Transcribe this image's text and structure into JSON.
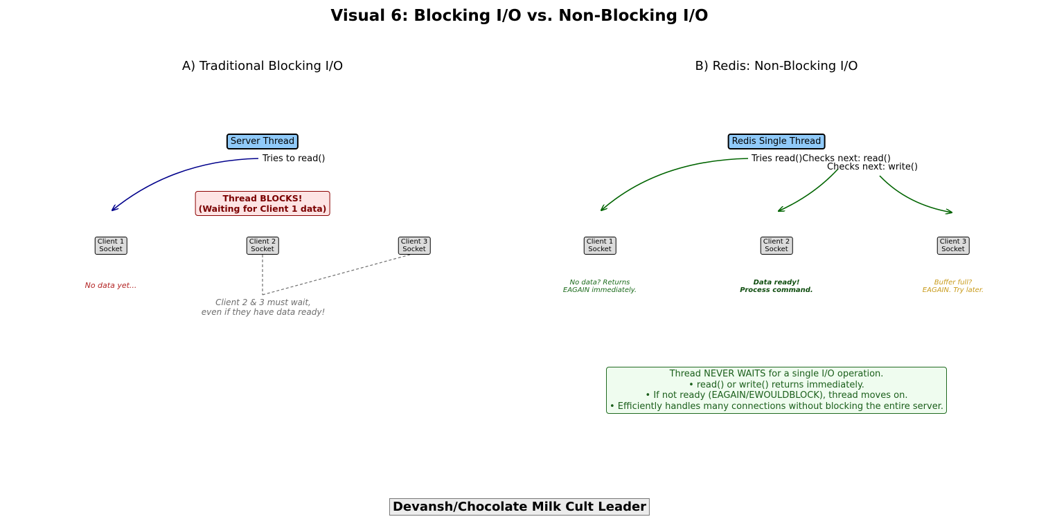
{
  "title": "Visual 6: Blocking I/O vs. Non-Blocking I/O",
  "panel_a": {
    "title": "A) Traditional Blocking I/O",
    "thread_label": "Server Thread",
    "read_label": "Tries to read()",
    "block_line1": "Thread BLOCKS!",
    "block_line2": "(Waiting for Client 1 data)",
    "sockets": [
      {
        "line1": "Client 1",
        "line2": "Socket"
      },
      {
        "line1": "Client 2",
        "line2": "Socket"
      },
      {
        "line1": "Client 3",
        "line2": "Socket"
      }
    ],
    "status_client1": "No data yet...",
    "wait_line1": "Client 2 & 3 must wait,",
    "wait_line2": "even if they have data ready!"
  },
  "panel_b": {
    "title": "B) Redis: Non-Blocking I/O",
    "thread_label": "Redis Single Thread",
    "read_label": "Tries read()Checks next: read()",
    "write_label": "Checks next: write()",
    "sockets": [
      {
        "line1": "Client 1",
        "line2": "Socket"
      },
      {
        "line1": "Client 2",
        "line2": "Socket"
      },
      {
        "line1": "Client 3",
        "line2": "Socket"
      }
    ],
    "status": [
      {
        "line1": "No data? Returns",
        "line2": "EAGAIN immediately."
      },
      {
        "line1": "Data ready!",
        "line2": "Process command."
      },
      {
        "line1": "Buffer full?",
        "line2": "EAGAIN. Try later."
      }
    ],
    "summary": [
      "Thread NEVER WAITS for a single I/O operation.",
      "• read() or write() returns immediately.",
      "• If not ready (EAGAIN/EWOULDBLOCK), thread moves on.",
      "• Efficiently handles many connections without blocking the entire server."
    ]
  },
  "footer": "Devansh/Chocolate Milk Cult Leader",
  "colors": {
    "thread_fill": "#90caf9",
    "blocking_arrow": "#00008b",
    "nonblocking_arrow": "#006400",
    "block_text": "#7a0000",
    "status_red": "#b22222",
    "status_green": "#1a6a1a",
    "status_green_bold": "#0f4d0f",
    "status_gold": "#c89a1a",
    "wait_gray": "#6e6e6e"
  }
}
